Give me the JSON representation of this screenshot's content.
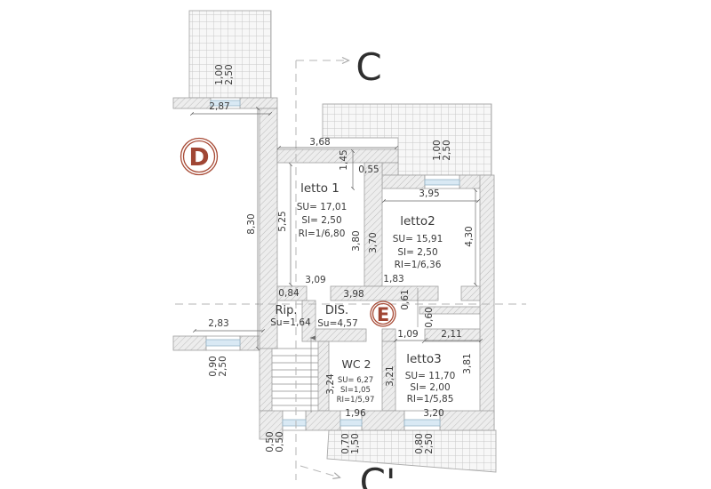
{
  "marks": {
    "c_top": "C",
    "c_bottom": "C'",
    "d": "D",
    "e": "E"
  },
  "rooms": {
    "letto1": {
      "name": "letto 1",
      "su": "SU= 17,01",
      "si": "SI= 2,50",
      "ri": "RI=1/6,80"
    },
    "letto2": {
      "name": "letto2",
      "su": "SU= 15,91",
      "si": "SI= 2,50",
      "ri": "RI=1/6,36"
    },
    "letto3": {
      "name": "letto3",
      "su": "SU= 11,70",
      "si": "SI= 2,00",
      "ri": "RI=1/5,85"
    },
    "wc2": {
      "name": "WC 2",
      "su": "SU= 6,27",
      "si": "SI=1,05",
      "ri": "RI=1/5,97"
    },
    "dis": {
      "name": "DIS.",
      "su": "Su=4,57"
    },
    "rip": {
      "name": "Rip.",
      "su": "Su=1,64"
    }
  },
  "dims": {
    "top_left_wall": "2,87",
    "left_height": "8,30",
    "left_lower_wall": "2,83",
    "letto1_width": "3,68",
    "step_depth": "1,45",
    "step_width": "0,55",
    "letto1_height_left": "5,25",
    "letto1_height_right": "3,80",
    "letto2_height_left": "3,70",
    "letto1_bottom": "3,09",
    "letto2_bottom": "1,83",
    "letto2_width": "3,95",
    "letto2_height_right": "4,30",
    "rip_width": "0,84",
    "corridor_width": "3,98",
    "passage_a": "0,61",
    "passage_b": "0,60",
    "letto3_door": "1,09",
    "letto3_top_wall": "2,11",
    "wc2_height": "3,24",
    "letto3_height_left": "3,21",
    "letto3_height_right": "3,81",
    "wc2_width": "1,96",
    "letto3_width": "3,20"
  },
  "windows": {
    "top_left": {
      "w": "1,00",
      "h": "2,50"
    },
    "top_right": {
      "w": "1,00",
      "h": "2,50"
    },
    "left": {
      "w": "0,90",
      "h": "2,50"
    },
    "stair": {
      "w": "0,50",
      "h": "0,50"
    },
    "wc2": {
      "w": "0,70",
      "h": "1,50"
    },
    "letto3": {
      "w": "0,80",
      "h": "2,50"
    }
  },
  "colors": {
    "section_mark": "#a84b36",
    "text": "#3a3a3a",
    "window_glass": "#d9e9f4",
    "wall_line": "#9f9f9f",
    "section_letter": "#2f2f2f"
  }
}
